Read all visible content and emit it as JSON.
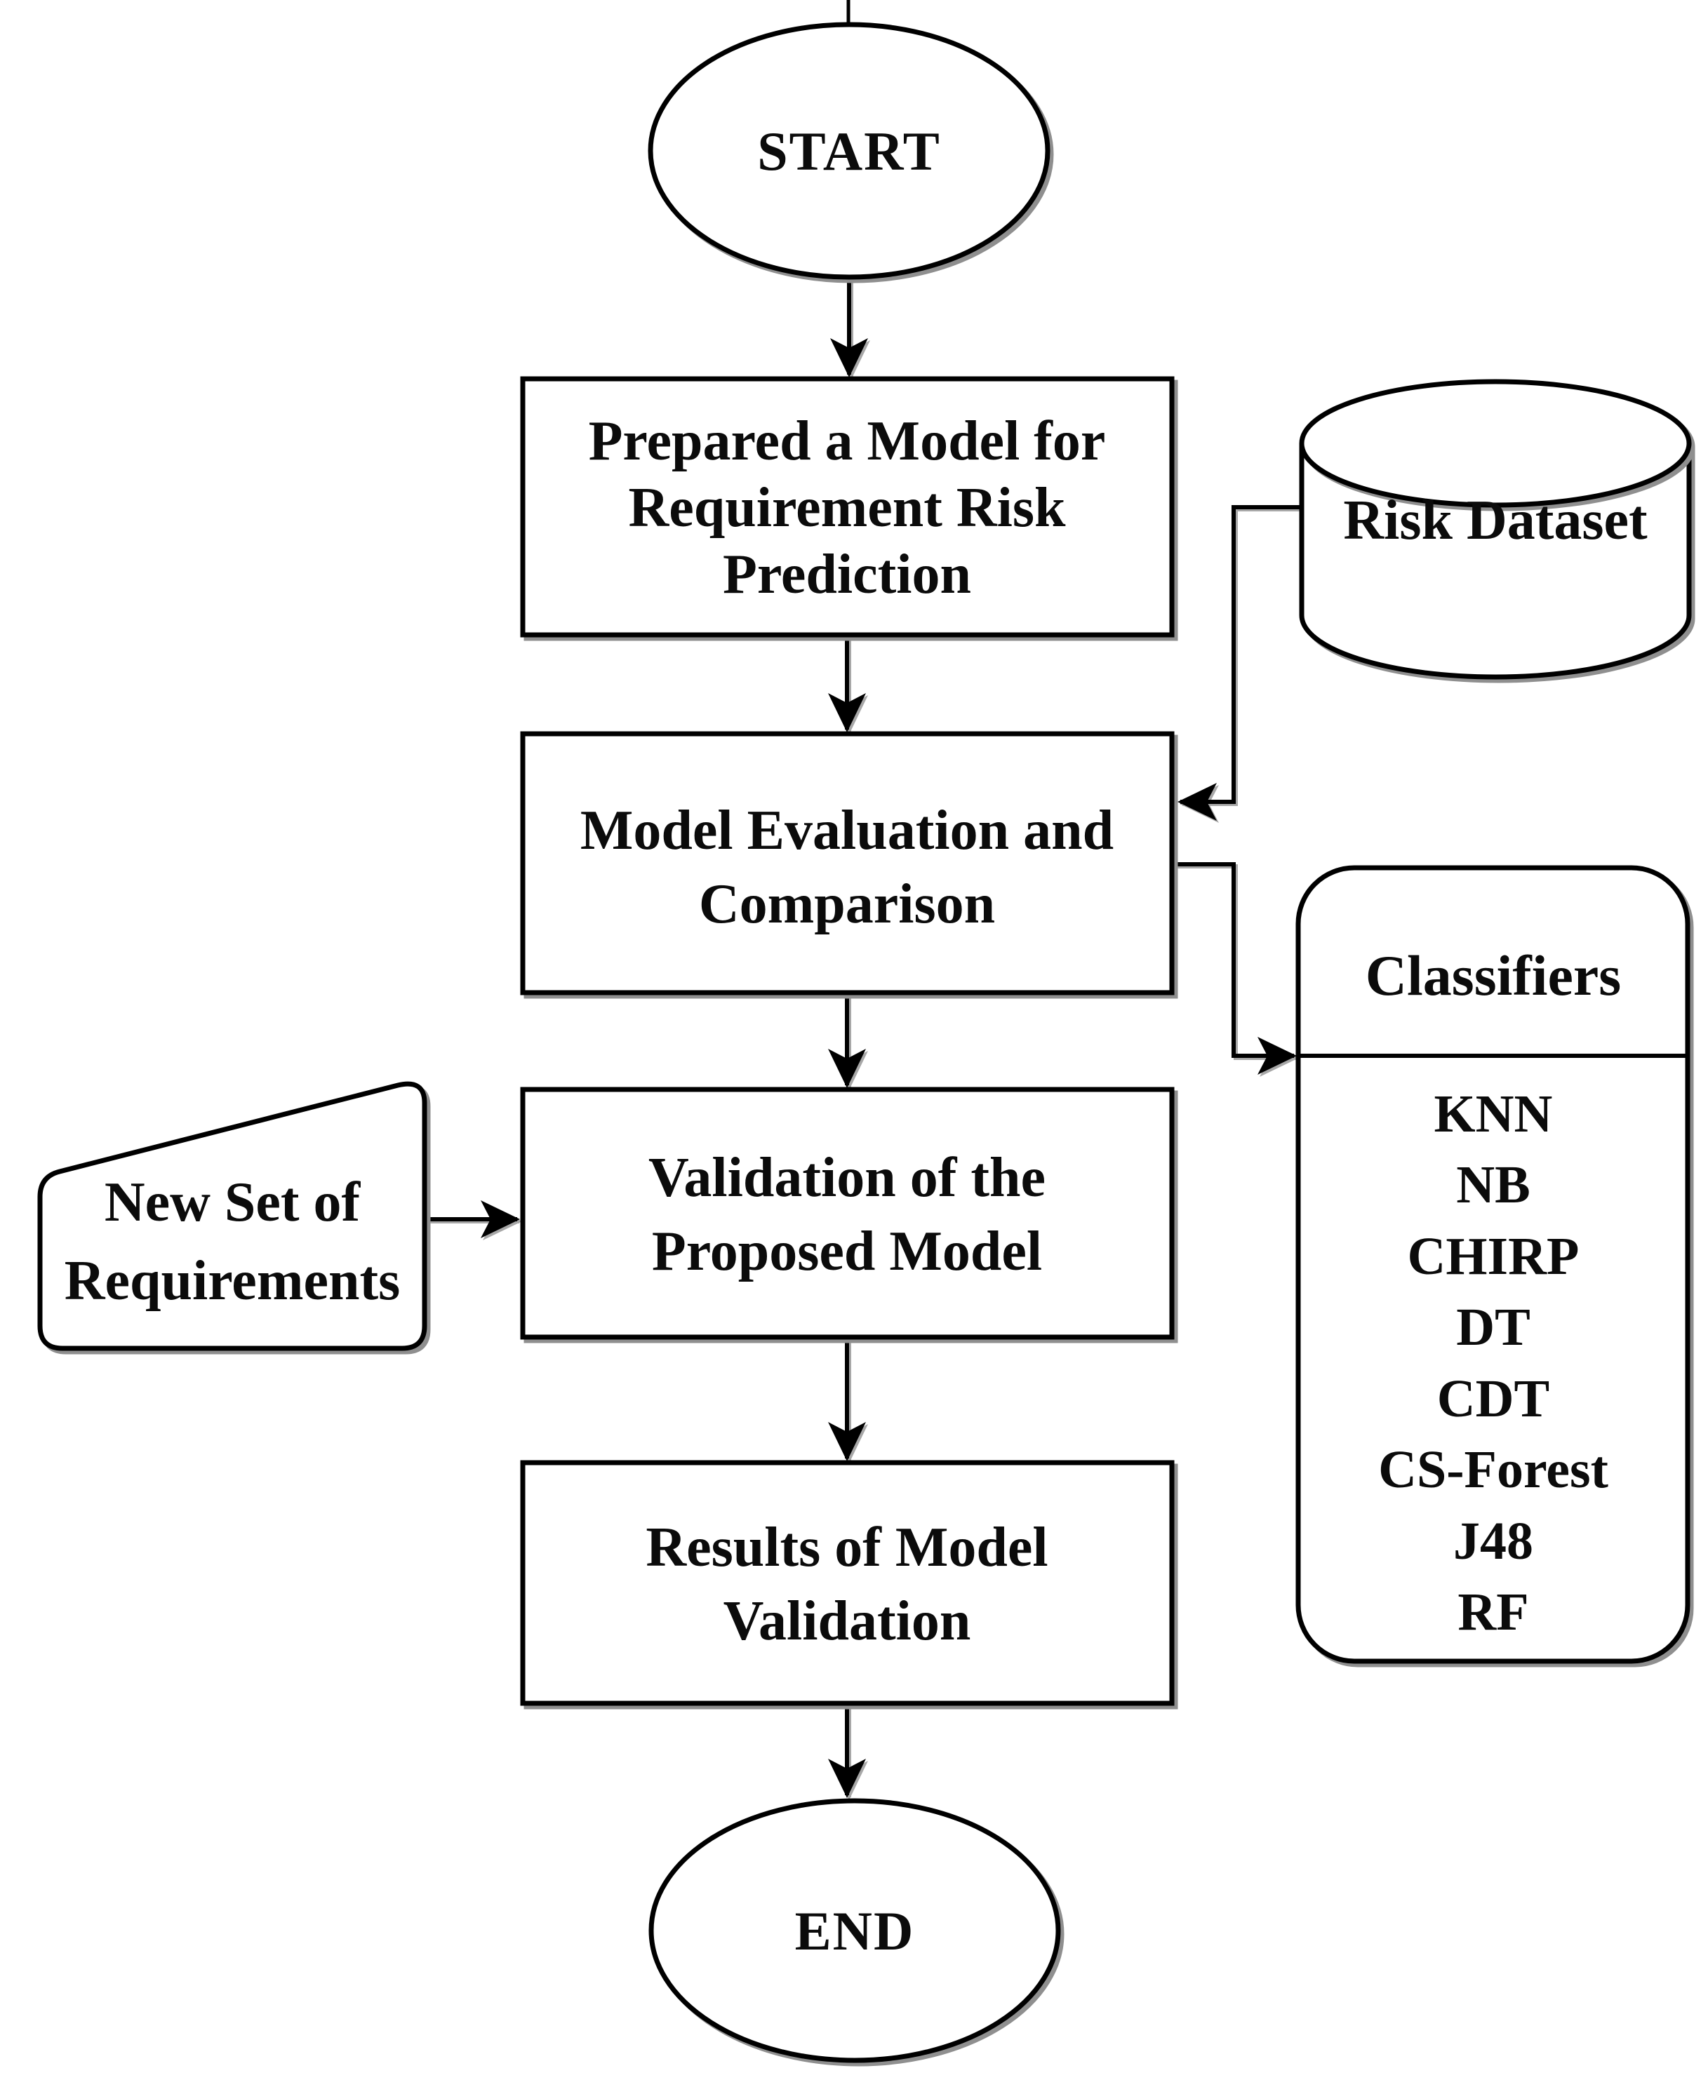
{
  "colors": {
    "stroke": "#000000",
    "background": "#ffffff",
    "shadow": "#8f8f8f"
  },
  "nodes": {
    "start": {
      "type": "terminator-ellipse",
      "label": "START"
    },
    "prepared_model": {
      "type": "process-rect",
      "lines": [
        "Prepared a Model for",
        "Requirement Risk",
        "Prediction"
      ]
    },
    "risk_dataset": {
      "type": "database-cylinder",
      "label": "Risk Dataset"
    },
    "model_evaluation": {
      "type": "process-rect",
      "lines": [
        "Model Evaluation and",
        "Comparison"
      ]
    },
    "classifiers": {
      "type": "rounded-container",
      "title": "Classifiers",
      "items": [
        "KNN",
        "NB",
        "CHIRP",
        "DT",
        "CDT",
        "CS-Forest",
        "J48",
        "RF"
      ]
    },
    "new_requirements": {
      "type": "manual-input-shape",
      "lines": [
        "New Set of",
        "Requirements"
      ]
    },
    "validation": {
      "type": "process-rect",
      "lines": [
        "Validation of the",
        "Proposed Model"
      ]
    },
    "results": {
      "type": "process-rect",
      "lines": [
        "Results of Model",
        "Validation"
      ]
    },
    "end": {
      "type": "terminator-ellipse",
      "label": "END"
    }
  }
}
